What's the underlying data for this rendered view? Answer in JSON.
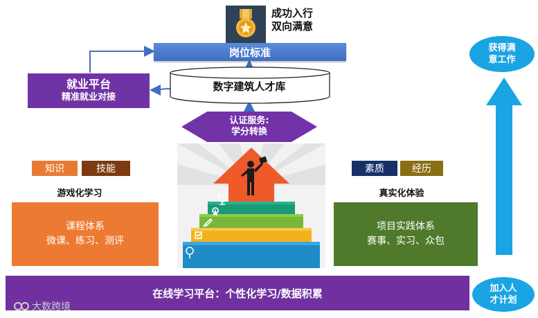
{
  "top": {
    "achievement_line1": "成功入行",
    "achievement_line2": "双向满意",
    "job_standard": "岗位标准"
  },
  "employment_platform": {
    "title": "就业平台",
    "subtitle": "精准就业对接"
  },
  "talent_database": "数字建筑人才库",
  "certification": {
    "line1": "认证服务:",
    "line2": "学分转换"
  },
  "left": {
    "tags": [
      "知识",
      "技能"
    ],
    "section_title": "游戏化学习",
    "box_line1": "课程体系",
    "box_line2": "微课、练习、测评"
  },
  "right": {
    "tags": [
      "素质",
      "经历"
    ],
    "section_title": "真实化体验",
    "box_line1": "项目实践体系",
    "box_line2": "赛事、实习、众包"
  },
  "bottom_platform": "在线学习平台：个性化学习/数据积累",
  "side": {
    "top_bubble_line1": "获得满",
    "top_bubble_line2": "意工作",
    "bottom_bubble_line1": "加入人",
    "bottom_bubble_line2": "才计划"
  },
  "watermark": "大数跨境",
  "colors": {
    "purple": "#7030a0",
    "blue": "#3e6fc4",
    "orange": "#ec7a32",
    "green": "#4f7a2c",
    "sky": "#1aa4e4"
  }
}
